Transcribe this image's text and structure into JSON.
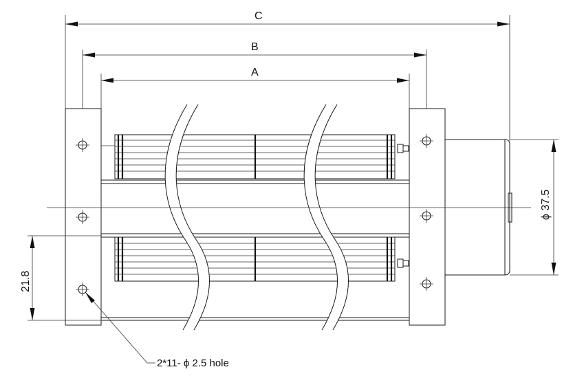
{
  "drawing": {
    "dim_c": "C",
    "dim_b": "B",
    "dim_a": "A",
    "dim_diameter": "ϕ 37.5",
    "dim_height": "21.8",
    "hole_note": "2*11- ϕ 2.5 hole"
  }
}
